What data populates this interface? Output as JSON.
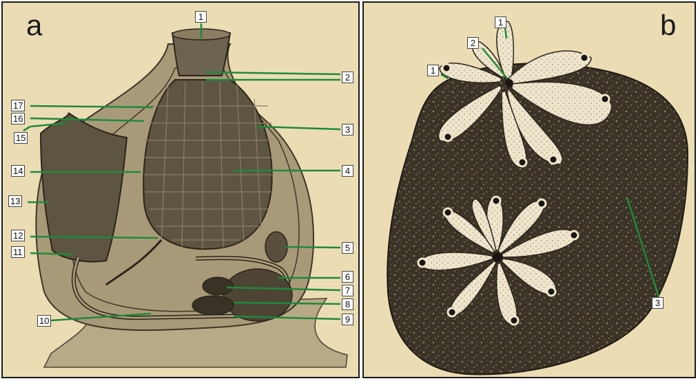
{
  "panel_a": {
    "letter": "a",
    "labels": [
      "1",
      "2",
      "3",
      "4",
      "5",
      "6",
      "7",
      "8",
      "9",
      "10",
      "11",
      "12",
      "13",
      "14",
      "15",
      "16",
      "17"
    ]
  },
  "panel_b": {
    "letter": "b",
    "labels": [
      "1",
      "2",
      "1",
      "3"
    ]
  },
  "colors": {
    "background": "#ecdcb4",
    "leader_lines": "#1e8a3a",
    "tunic": "#a89a78",
    "pharynx": "#5e5442",
    "colony_matrix": "#3b3327",
    "zooid": "#efe5cc"
  }
}
